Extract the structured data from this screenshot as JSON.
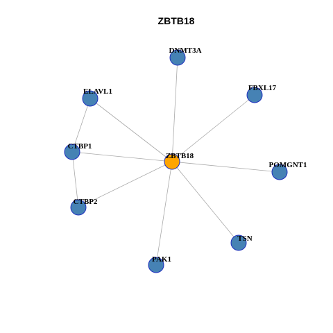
{
  "title": "ZBTB18",
  "colors": {
    "hub_fill": "#FFA500",
    "node_fill": "#4682B4",
    "node_stroke": "#1F2FBF",
    "edge": "#A9A9A9"
  },
  "nodes": [
    {
      "id": "ZBTB18",
      "label": "ZBTB18",
      "hub": true
    },
    {
      "id": "DNMT3A",
      "label": "DNMT3A"
    },
    {
      "id": "FBXL17",
      "label": "FBXL17"
    },
    {
      "id": "ELAVL1",
      "label": "ELAVL1"
    },
    {
      "id": "CTBP1",
      "label": "CTBP1"
    },
    {
      "id": "POMGNT1",
      "label": "POMGNT1"
    },
    {
      "id": "CTBP2",
      "label": "CTBP2"
    },
    {
      "id": "TSN",
      "label": "TSN"
    },
    {
      "id": "PAK1",
      "label": "PAK1"
    }
  ],
  "edges": [
    [
      "ZBTB18",
      "DNMT3A"
    ],
    [
      "ZBTB18",
      "FBXL17"
    ],
    [
      "ZBTB18",
      "ELAVL1"
    ],
    [
      "ZBTB18",
      "CTBP1"
    ],
    [
      "ZBTB18",
      "POMGNT1"
    ],
    [
      "ZBTB18",
      "CTBP2"
    ],
    [
      "ZBTB18",
      "TSN"
    ],
    [
      "ZBTB18",
      "PAK1"
    ],
    [
      "ELAVL1",
      "CTBP1"
    ],
    [
      "CTBP1",
      "CTBP2"
    ]
  ]
}
